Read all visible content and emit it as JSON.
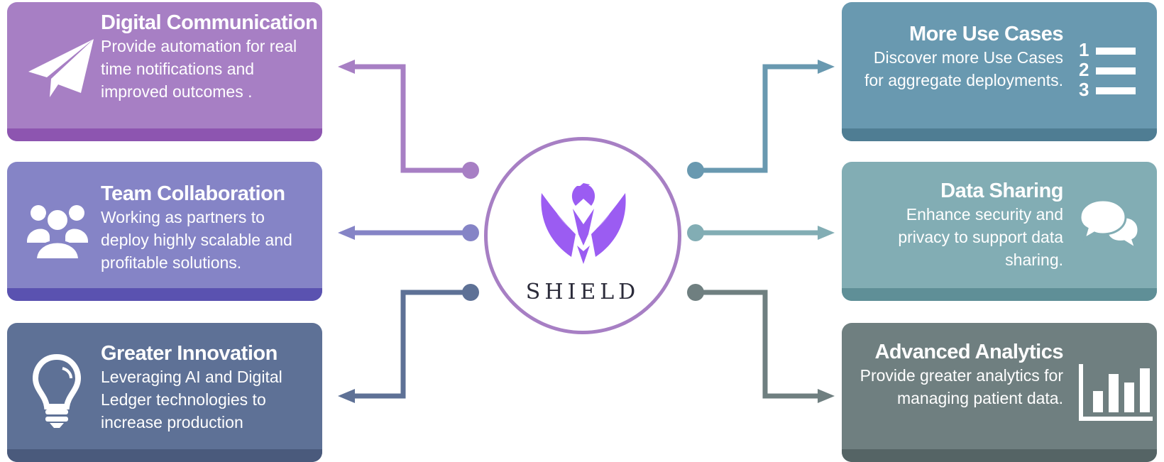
{
  "hub": {
    "wordmark": "SHIELD",
    "logo_icon": "eagle-icon",
    "logo_color": "#9b5cf2",
    "ring_color": "#a77fc4"
  },
  "left_cards": [
    {
      "title": "Digital Communication",
      "description": "Provide automation for real time notifications and improved outcomes .",
      "icon": "paper-plane-icon",
      "color": "#a77fc4",
      "shade": "#8d55b0"
    },
    {
      "title": "Team Collaboration",
      "description": "Working as partners to deploy highly scalable and profitable solutions.",
      "icon": "team-users-icon",
      "color": "#8584c6",
      "shade": "#5a52b0"
    },
    {
      "title": "Greater Innovation",
      "description": "Leveraging AI and Digital Ledger technologies to increase production",
      "icon": "lightbulb-icon",
      "color": "#5e7196",
      "shade": "#4a5a7c"
    }
  ],
  "right_cards": [
    {
      "title": "More Use Cases",
      "description": "Discover more Use Cases for aggregate deployments.",
      "icon": "numbered-list-icon",
      "color": "#6999b0",
      "shade": "#4f7d93"
    },
    {
      "title": "Data Sharing",
      "description": "Enhance security and privacy to support data sharing.",
      "icon": "chat-bubbles-icon",
      "color": "#82adb4",
      "shade": "#5f8f97"
    },
    {
      "title": "Advanced Analytics",
      "description": "Provide greater analytics for managing patient data.",
      "icon": "bar-chart-icon",
      "color": "#6f7f80",
      "shade": "#556465"
    }
  ]
}
